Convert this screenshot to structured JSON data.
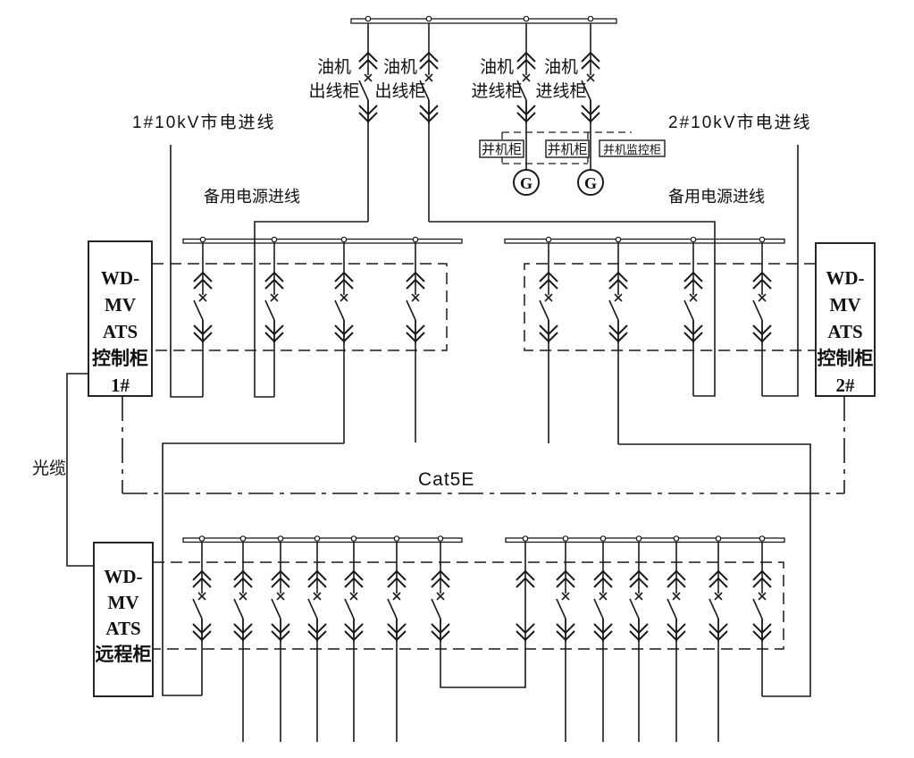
{
  "labels": {
    "top_feeders": [
      "油机\n出线柜",
      "油机\n出线柜",
      "油机\n进线柜",
      "油机\n进线柜"
    ],
    "paralleling": [
      "并机柜",
      "并机柜",
      "并机监控柜"
    ],
    "generators": [
      "G",
      "G"
    ],
    "utility_left": "1#10kV市电进线",
    "utility_right": "2#10kV市电进线",
    "backup_left": "备用电源进线",
    "backup_right": "备用电源进线",
    "ats_cabinet_1": "WD-MV\nATS\n控制柜\n1#",
    "ats_cabinet_2": "WD-MV\nATS\n控制柜\n2#",
    "ats_remote": "WD-MV\nATS\n远程柜",
    "network_cable": "Cat5E",
    "fiber_cable": "光缆"
  },
  "colors": {
    "line": "#1a1a1a",
    "background": "#ffffff"
  }
}
